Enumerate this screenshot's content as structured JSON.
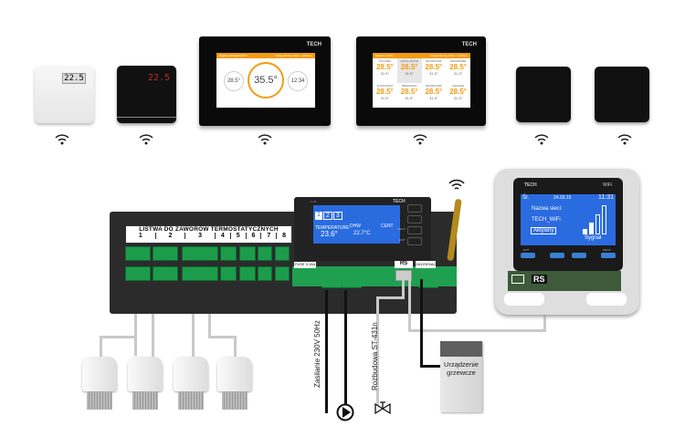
{
  "thermostats": [
    {
      "reading": "22.5",
      "style": "white"
    },
    {
      "reading": "22.5",
      "style": "black"
    }
  ],
  "panel1": {
    "logo": "TECH",
    "menu": "MENU",
    "title": "MODE PARTY",
    "date": "Friday 08 May 2024 - 13:25pm",
    "left_temp": "28.5°",
    "main_temp": "35.5°",
    "clock": "12:34"
  },
  "panel2": {
    "logo": "TECH",
    "menu": "MENU",
    "title": "LISTA",
    "date": "Friday 08 May 2024 - 13:25pm",
    "zones": [
      {
        "name": "KITCHEN",
        "temp": "28.5°",
        "set": "31.5°"
      },
      {
        "name": "LIVING ROOM",
        "temp": "28.5°",
        "set": "31.5°"
      },
      {
        "name": "BATHROOM",
        "temp": "28.5°",
        "set": "31.5°"
      },
      {
        "name": "WARDROBE",
        "temp": "28.5°",
        "set": "31.5°"
      },
      {
        "name": "GYM ROOM",
        "temp": "28.5°",
        "set": "31.5°"
      },
      {
        "name": "BEDROOM",
        "temp": "28.5°",
        "set": "31.5°"
      },
      {
        "name": "BATHROOM",
        "temp": "28.5°",
        "set": "31.5°"
      },
      {
        "name": "GARAGE",
        "temp": "28.5°",
        "set": "31.5°"
      }
    ]
  },
  "strip": {
    "label": "LISTWA DO ZAWORÓW TERMOSTATYCZNYCH",
    "zones": [
      "1",
      "2",
      "3",
      "4",
      "5",
      "6",
      "7",
      "8"
    ],
    "fuse": "FUSE 3.15A",
    "rs": "RS",
    "io": "240/230VAC"
  },
  "controller": {
    "logo": "TECH",
    "model": "L-X1",
    "tabs": [
      "1",
      "2",
      "3"
    ],
    "temperature_label": "TEMPERATURE",
    "temperature": "23.6°",
    "dhw_label": "DHW",
    "dhw": "22.7°C",
    "cent_label": "CENT",
    "buttons": [
      "MENU",
      "EXIT"
    ]
  },
  "wifi_module": {
    "logo": "TECH",
    "wifi": "WiFi",
    "day": "Śr.",
    "date": "24.03.15",
    "time": "11:31",
    "net_label": "Nazwa sieci:",
    "net_name": "TECH_WiFi",
    "status": "Aktywny",
    "signal": "Sygnał",
    "buttons": [
      "EXIT",
      "MENU"
    ],
    "rs": "RS"
  },
  "labels": {
    "power": "Zasilanie 230V 50Hz",
    "expansion": "Rozbudowa ST-431n",
    "heater": "Urządzenie grzewcze"
  },
  "colors": {
    "accent": "#f39c12",
    "lcd": "#2a6be0",
    "terminal": "#1c9c4a"
  }
}
